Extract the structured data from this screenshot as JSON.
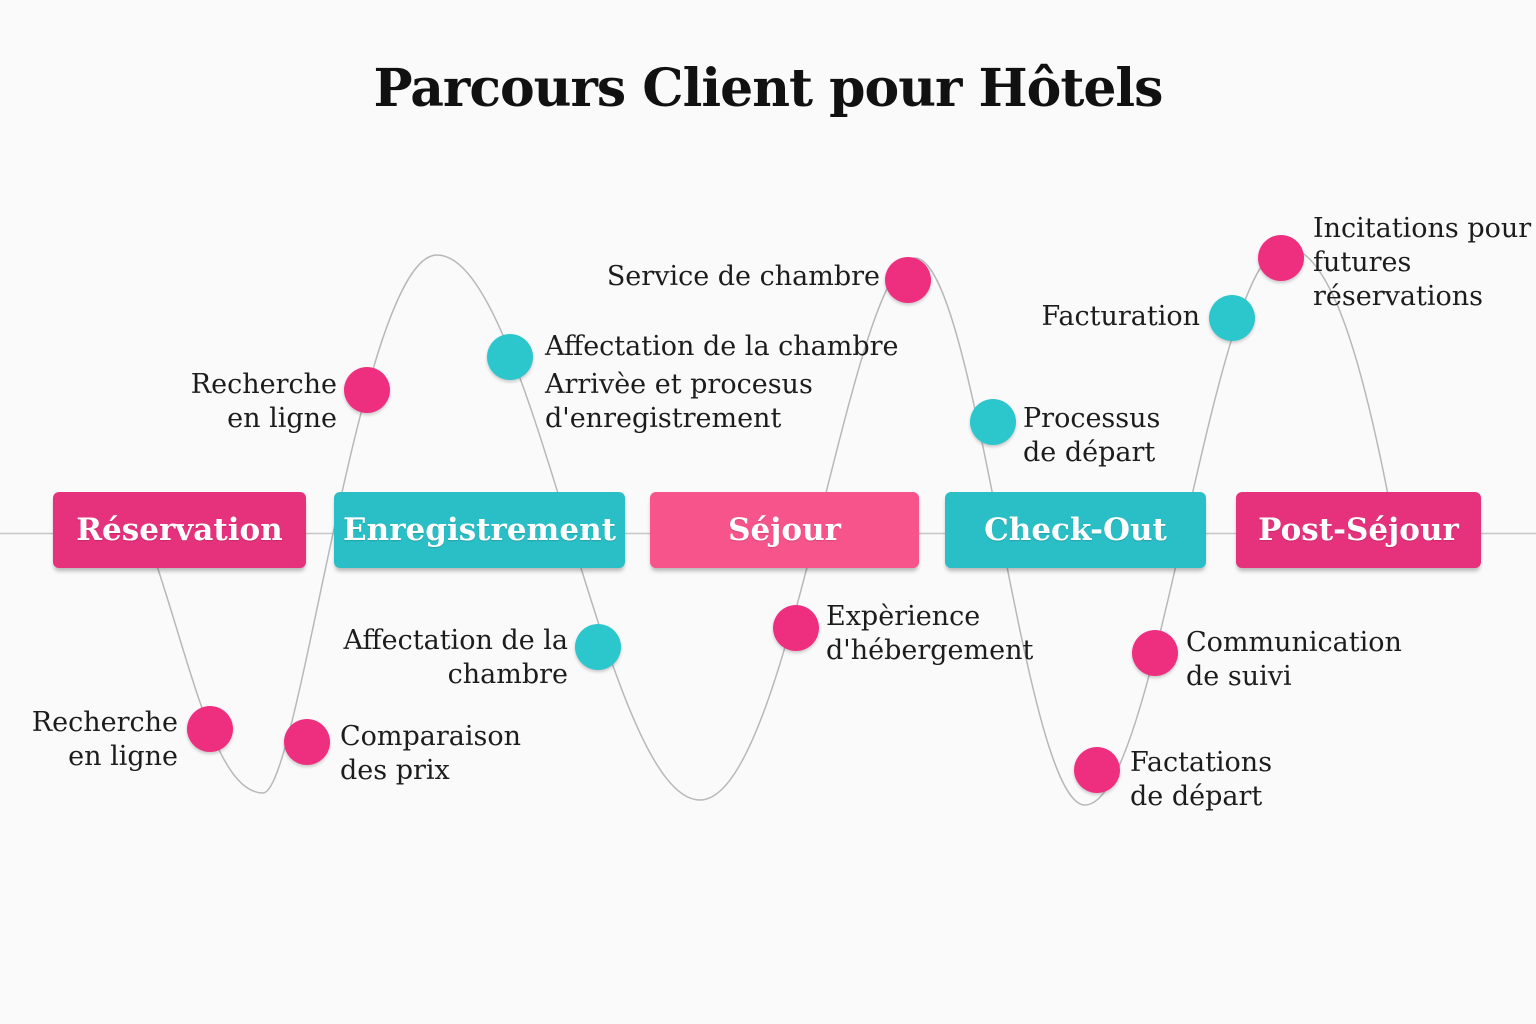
{
  "title": "Parcours Client pour Hôtels",
  "colors": {
    "pink": "#e6327d",
    "pink-light": "#f7548c",
    "teal": "#2abfc6",
    "dot-pink": "#ee2f80",
    "dot-teal": "#2cc6cd",
    "line": "#bcbcbc",
    "text": "#1c1c1c",
    "bg": "#fbfafa"
  },
  "stages": [
    {
      "label": "Réservation",
      "color": "pink"
    },
    {
      "label": "Enregistrement",
      "color": "teal"
    },
    {
      "label": "Séjour",
      "color": "pink-light"
    },
    {
      "label": "Check-Out",
      "color": "teal"
    },
    {
      "label": "Post-Séjour",
      "color": "pink"
    }
  ],
  "touchpoints": [
    {
      "label": "Recherche\nen ligne",
      "dot": "pink",
      "position": "below-line"
    },
    {
      "label": "Comparaison\ndes prix",
      "dot": "pink",
      "position": "below-line"
    },
    {
      "label": "Recherche\nen ligne",
      "dot": "pink",
      "position": "above-line"
    },
    {
      "label": "Affectation de la chambre",
      "dot": "teal",
      "position": "above-line"
    },
    {
      "label": "Arrivèe et procesus\nd'enregistrement",
      "dot": null,
      "position": "above-line"
    },
    {
      "label": "Affectation de la\nchambre",
      "dot": "teal",
      "position": "below-line"
    },
    {
      "label": "Expèrience\nd'hébergement",
      "dot": "pink",
      "position": "below-line"
    },
    {
      "label": "Service de chambre",
      "dot": "pink",
      "position": "above-line"
    },
    {
      "label": "Processus\nde départ",
      "dot": "teal",
      "position": "above-line"
    },
    {
      "label": "Factations\nde départ",
      "dot": "pink",
      "position": "below-line"
    },
    {
      "label": "Communication\nde suivi",
      "dot": "pink",
      "position": "below-line"
    },
    {
      "label": "Facturation",
      "dot": "teal",
      "position": "above-line"
    },
    {
      "label": "Incitations pour\nfutures réservations",
      "dot": "pink",
      "position": "above-line"
    }
  ]
}
